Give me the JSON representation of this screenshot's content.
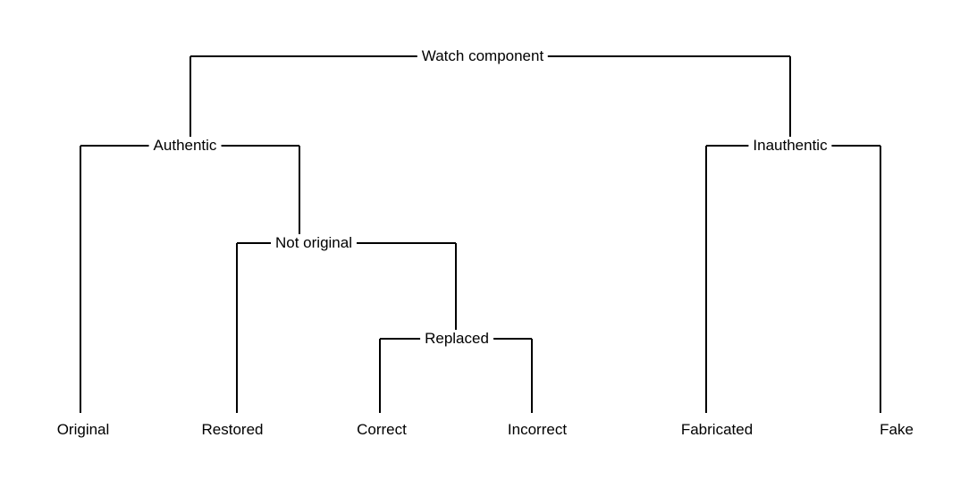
{
  "diagram": {
    "type": "tree",
    "title": "Watch component",
    "colors": {
      "line": "#000000",
      "text": "#000000",
      "background": "#ffffff"
    },
    "tree": {
      "label": "Watch component",
      "children": [
        {
          "label": "Authentic",
          "children": [
            {
              "label": "Original",
              "children": []
            },
            {
              "label": "Not original",
              "children": [
                {
                  "label": "Restored",
                  "children": []
                },
                {
                  "label": "Replaced",
                  "children": [
                    {
                      "label": "Correct",
                      "children": []
                    },
                    {
                      "label": "Incorrect",
                      "children": []
                    }
                  ]
                }
              ]
            }
          ]
        },
        {
          "label": "Inauthentic",
          "children": [
            {
              "label": "Fabricated",
              "children": []
            },
            {
              "label": "Fake",
              "children": []
            }
          ]
        }
      ]
    }
  }
}
